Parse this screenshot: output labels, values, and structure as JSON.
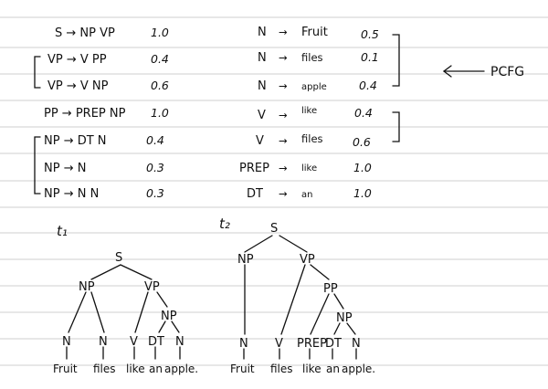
{
  "left_rules": [
    {
      "rule": "S → NP VP",
      "prob": "1.0"
    },
    {
      "rule": "VP → V  PP",
      "prob": "0.4"
    },
    {
      "rule": "VP → V  NP",
      "prob": "0.6"
    },
    {
      "rule": "PP → PREP NP",
      "prob": "1.0"
    },
    {
      "rule": "NP → DT  N",
      "prob": "0.4"
    },
    {
      "rule": "NP → N",
      "prob": "0.3"
    },
    {
      "rule": "NP → N  N",
      "prob": "0.3"
    }
  ],
  "right_rules": [
    {
      "lhs": "N",
      "rhs": "Fruit",
      "prob": "0.5"
    },
    {
      "lhs": "N",
      "rhs": "files",
      "prob": "0.1"
    },
    {
      "lhs": "N",
      "rhs": "apple",
      "prob": "0.4"
    },
    {
      "lhs": "V",
      "rhs": "like",
      "prob": "0.4"
    },
    {
      "lhs": "V",
      "rhs": "files",
      "prob": "0.6"
    },
    {
      "lhs": "PREP",
      "rhs": "like",
      "prob": "1.0"
    },
    {
      "lhs": "DT",
      "rhs": "an",
      "prob": "1.0"
    }
  ],
  "pcfg_label": "PCFG",
  "arrow_symbol": "→",
  "tree1": {
    "label": "t₁",
    "nodes": [
      "S",
      "NP",
      "VP",
      "NP",
      "N",
      "N",
      "V",
      "DT",
      "N"
    ],
    "leaves": [
      "Fruit",
      "files",
      "like",
      "an",
      "apple."
    ]
  },
  "tree2": {
    "label": "t₂",
    "nodes": [
      "S",
      "NP",
      "VP",
      "PP",
      "NP",
      "N",
      "V",
      "PREP",
      "DT",
      "N"
    ],
    "leaves": [
      "Fruit",
      "files",
      "like",
      "an",
      "apple."
    ]
  }
}
